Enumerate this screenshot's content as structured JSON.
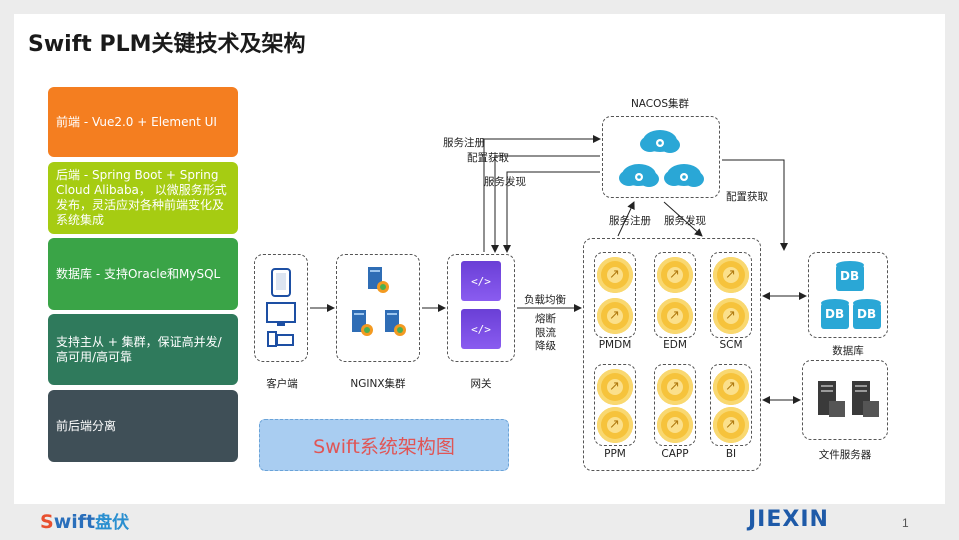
{
  "title": "Swift PLM关键技术及架构",
  "left_boxes": [
    {
      "text": "前端 - Vue2.0 + Element UI",
      "color": "#f47e20"
    },
    {
      "text": "后端 - Spring Boot + Spring Cloud Alibaba， 以微服务形式发布，灵活应对各种前端变化及系统集成",
      "color": "#a6cc12"
    },
    {
      "text": "数据库 - 支持Oracle和MySQL",
      "color": "#3aa447"
    },
    {
      "text": "支持主从 + 集群，保证高并发/高可用/高可靠",
      "color": "#2f7a5c"
    },
    {
      "text": "前后端分离",
      "color": "#3f4f57"
    }
  ],
  "diagram": {
    "client_label": "客户端",
    "nginx_label": "NGINX集群",
    "gateway_label": "网关",
    "nacos_label": "NACOS集群",
    "db_label": "数据库",
    "file_server_label": "文件服务器",
    "db_icon_text": "DB",
    "gateway_icon_text": "</>",
    "services": [
      "PMDM",
      "EDM",
      "SCM",
      "PPM",
      "CAPP",
      "BI"
    ],
    "arrow_labels": {
      "register_top": "服务注册",
      "config_get_top": "配置获取",
      "discover_top": "服务发现",
      "register_bottom": "服务注册",
      "discover_bottom": "服务发现",
      "config_get_right": "配置获取",
      "load_balance": "负载均衡",
      "circuit_break": "熔断",
      "rate_limit": "限流",
      "degrade": "降级"
    },
    "banner": "Swift系统架构图"
  },
  "footer": {
    "logo_s": "S",
    "logo_rest": "wift",
    "logo_cn": "盘伏",
    "brand": "JIEXIN",
    "page": "1"
  }
}
